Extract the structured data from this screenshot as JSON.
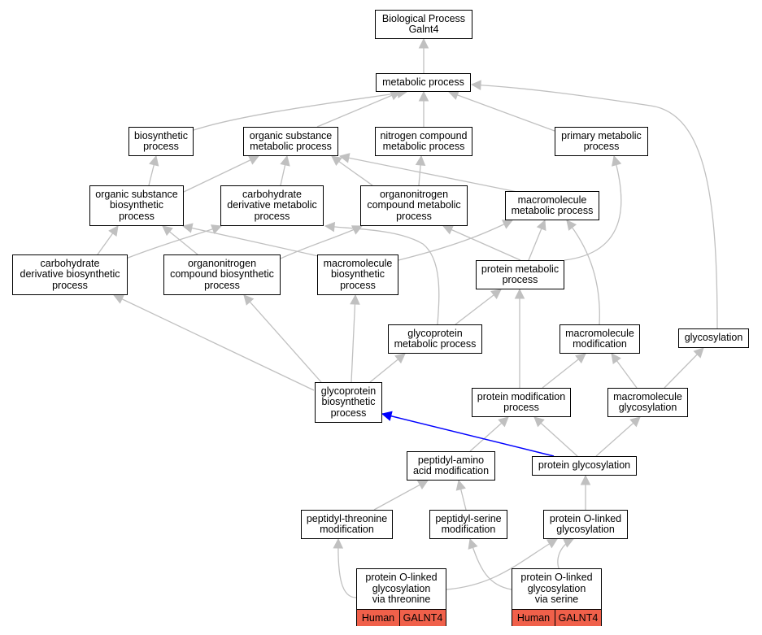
{
  "colors": {
    "edge": "#c0c0c0",
    "highlight_edge": "#0000ff",
    "tag_fill": "#f0604a"
  },
  "nodes": {
    "bp_galnt4": "Biological Process\nGalnt4",
    "metabolic": "metabolic process",
    "biosynthetic": "biosynthetic\nprocess",
    "org_sub_met": "organic substance\nmetabolic process",
    "nitro_met": "nitrogen compound\nmetabolic process",
    "primary_met": "primary metabolic\nprocess",
    "org_sub_bio": "organic substance\nbiosynthetic\nprocess",
    "carb_deriv_met": "carbohydrate\nderivative metabolic\nprocess",
    "organonitro_met": "organonitrogen\ncompound metabolic\nprocess",
    "macromol_met": "macromolecule\nmetabolic process",
    "carb_deriv_bio": "carbohydrate\nderivative biosynthetic\nprocess",
    "organonitro_bio": "organonitrogen\ncompound biosynthetic\nprocess",
    "macromol_bio": "macromolecule\nbiosynthetic\nprocess",
    "protein_met": "protein metabolic\nprocess",
    "glycoprot_met": "glycoprotein\nmetabolic process",
    "macromol_mod": "macromolecule\nmodification",
    "glycosylation": "glycosylation",
    "glycoprot_bio": "glycoprotein\nbiosynthetic\nprocess",
    "prot_mod": "protein modification\nprocess",
    "macromol_glyc": "macromolecule\nglycosylation",
    "peptidyl_amino": "peptidyl-amino\nacid modification",
    "prot_glyc": "protein glycosylation",
    "peptidyl_thr": "peptidyl-threonine\nmodification",
    "peptidyl_ser": "peptidyl-serine\nmodification",
    "o_linked": "protein O-linked\nglycosylation"
  },
  "leaves": {
    "via_thr": {
      "label": "protein O-linked\nglycosylation\nvia threonine",
      "tags": [
        "Human",
        "GALNT4"
      ]
    },
    "via_ser": {
      "label": "protein O-linked\nglycosylation\nvia serine",
      "tags": [
        "Human",
        "GALNT4"
      ]
    }
  }
}
